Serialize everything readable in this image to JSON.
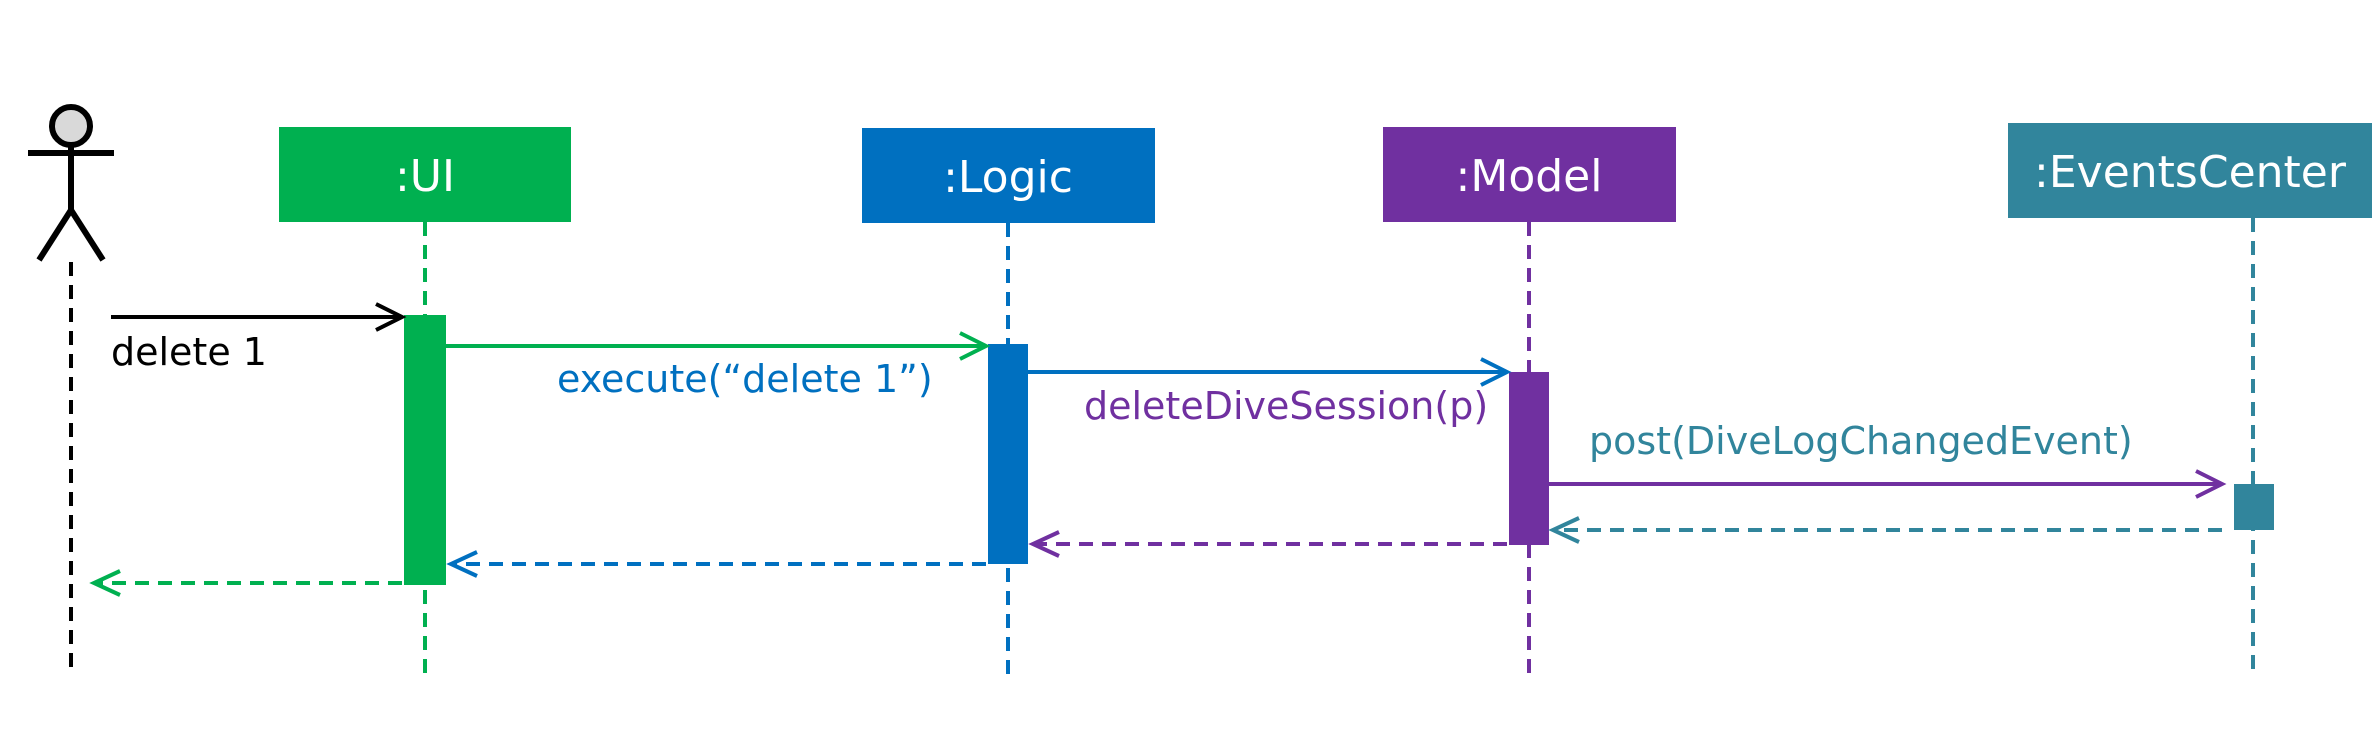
{
  "participants": {
    "ui": {
      "label": ":UI",
      "color": "#00B050"
    },
    "logic": {
      "label": ":Logic",
      "color": "#0070C0"
    },
    "model": {
      "label": ":Model",
      "color": "#7030A0"
    },
    "events": {
      "label": ":EventsCenter",
      "color": "#31859C"
    }
  },
  "actor": {
    "color": "#000000",
    "icon": "stick-figure-icon"
  },
  "messages": {
    "delete_cmd": {
      "label": "delete 1"
    },
    "execute": {
      "label": "execute(“delete 1”)"
    },
    "delete_dive": {
      "label": "deleteDiveSession(p)"
    },
    "post_event": {
      "label": "post(DiveLogChangedEvent)"
    }
  }
}
